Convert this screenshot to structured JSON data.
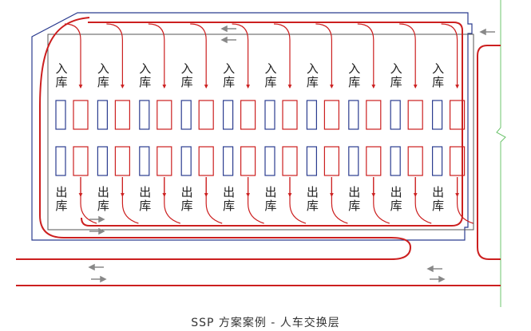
{
  "labels": {
    "entry_line1": "入",
    "entry_line2": "库",
    "exit_line1": "出",
    "exit_line2": "库"
  },
  "caption": "SSP 方案案例 - 人车交换层",
  "colors": {
    "red": "#cc1f1f",
    "blue": "#2b3c8f",
    "gray": "#555555",
    "green": "#6cc46c",
    "arrow": "#888888",
    "text": "#222222"
  },
  "counts": {
    "columns": 10,
    "entry_columns": 10,
    "exit_columns": 10
  },
  "icons": {
    "traffic_arrow": "arrow-left-icon",
    "flow_arrow": "arrow-down-icon"
  }
}
